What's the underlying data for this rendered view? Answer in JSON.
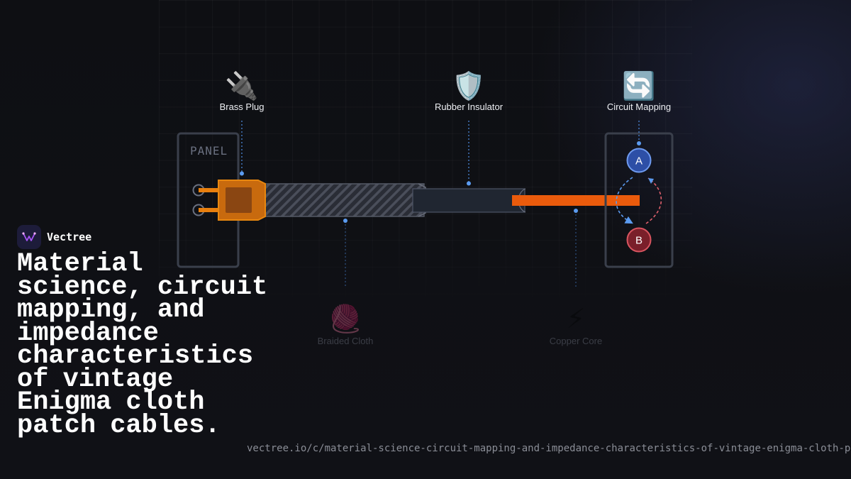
{
  "brand": {
    "name": "Vectree",
    "accent_color": "#a855f7"
  },
  "headline": "Material science, circuit mapping, and impedance characteristics of vintage Enigma cloth patch cables.",
  "url": "vectree.io/c/material-science-circuit-mapping-and-impedance-characteristics-of-vintage-enigma-cloth-patch-cables",
  "diagram": {
    "panel_label": "PANEL",
    "callouts": {
      "brass_plug": {
        "icon": "🔌",
        "label": "Brass Plug"
      },
      "rubber_insulator": {
        "icon": "🛡️",
        "label": "Rubber Insulator"
      },
      "circuit_mapping": {
        "icon": "🔄",
        "label": "Circuit Mapping"
      },
      "braided_cloth": {
        "icon": "🧶",
        "label": "Braided Cloth"
      },
      "copper_core": {
        "icon": "⚡",
        "label": "Copper Core"
      }
    },
    "nodes": {
      "a": "A",
      "b": "B"
    },
    "colors": {
      "plug": "#e87f0e",
      "copper": "#ea5b0c",
      "leader": "#4f8fe6",
      "node_a": "#2d4fa6",
      "node_b": "#7a1f2a"
    }
  }
}
